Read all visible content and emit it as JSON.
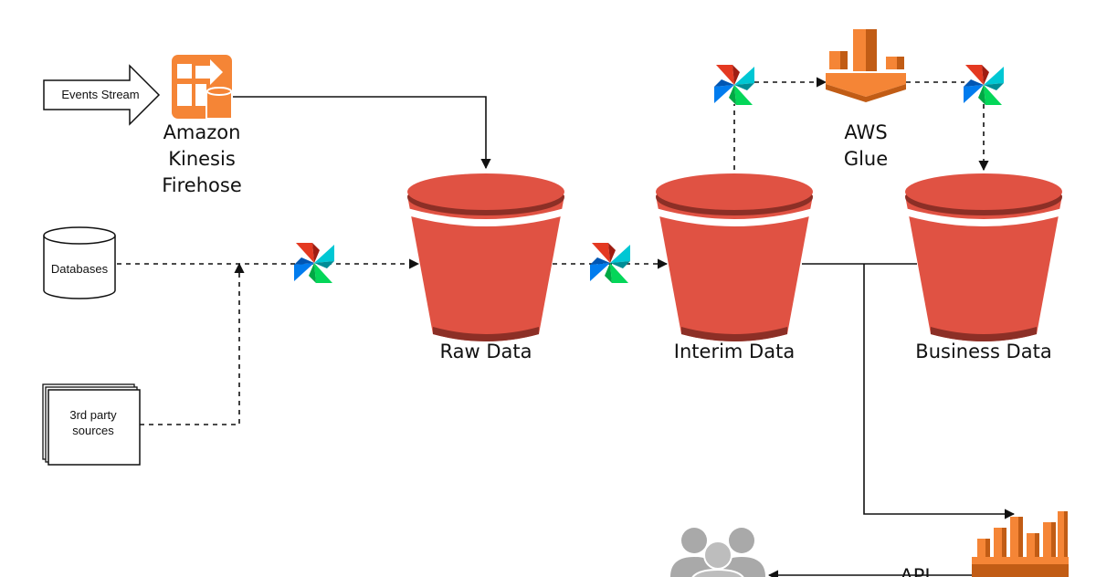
{
  "diagram": {
    "sources": {
      "events_stream": "Events Stream",
      "databases": "Databases",
      "third_party": [
        "3rd party",
        "sources"
      ]
    },
    "services": {
      "kinesis": [
        "Amazon",
        "Kinesis",
        "Firehose"
      ],
      "glue": [
        "AWS",
        "Glue"
      ]
    },
    "buckets": {
      "raw": "Raw Data",
      "interim": "Interim Data",
      "business": "Business Data"
    },
    "edges": {
      "api": "API"
    },
    "icons": {
      "orchestrator": "airflow-pinwheel-icon",
      "kinesis": "kinesis-firehose-icon",
      "glue": "aws-glue-icon",
      "bucket": "s3-bucket-icon",
      "analytics": "aws-analytics-bars-icon",
      "users": "users-group-icon"
    },
    "colors": {
      "bucket_red": "#e05243",
      "bucket_dark": "#8c2f26",
      "aws_orange": "#f58536",
      "aws_orange_dark": "#c15c15",
      "user_gray": "#a9a9a9"
    }
  }
}
